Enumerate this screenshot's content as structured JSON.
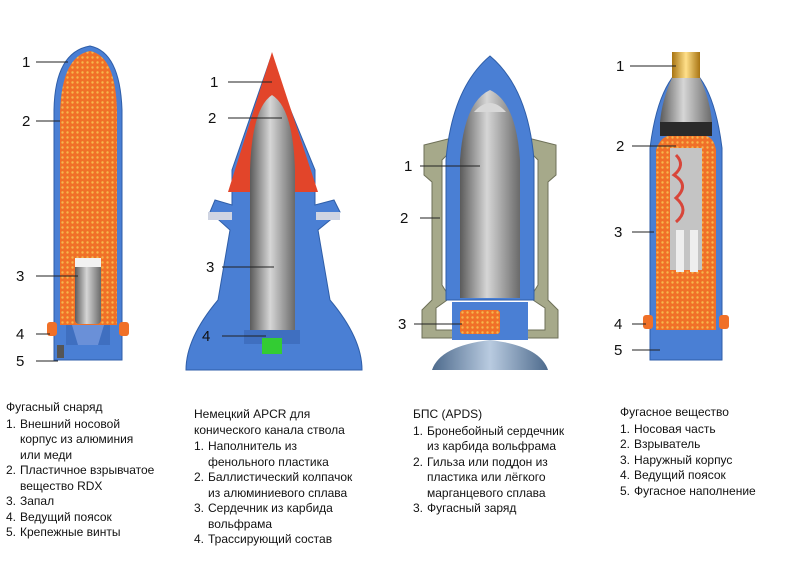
{
  "colors": {
    "casing_blue": "#4a7fd4",
    "explosive_orange": "#f07028",
    "explosive_dot": "#f4b244",
    "sabot_gray": "#a6a98a",
    "core_gray": "#a0a0a0",
    "ballistic_cap_red": "#e2452a",
    "tracer_green": "#33cc33",
    "fuze_gold": "#d6a128"
  },
  "diagrams": [
    {
      "callouts": [
        "1",
        "2",
        "3",
        "4",
        "5"
      ],
      "legend": {
        "title": "Фугасный снаряд",
        "items": [
          {
            "num": "1.",
            "text": "Внешний носовой\nкорпус из алюминия\nили меди"
          },
          {
            "num": "2.",
            "text": "Пластичное взрывчатое\nвещество RDX"
          },
          {
            "num": "3.",
            "text": "Запал"
          },
          {
            "num": "4.",
            "text": "Ведущий поясок"
          },
          {
            "num": "5.",
            "text": "Крепежные винты"
          }
        ]
      }
    },
    {
      "callouts": [
        "1",
        "2",
        "3",
        "4"
      ],
      "legend": {
        "title": "Немецкий APCR для\nконического  канала ствола",
        "items": [
          {
            "num": "1.",
            "text": "Наполнитель из\nфенольного пластика"
          },
          {
            "num": "2.",
            "text": "Баллистический колпачок\nиз алюминиевого сплава"
          },
          {
            "num": "3.",
            "text": "Сердечник из карбида\nвольфрама"
          },
          {
            "num": "4.",
            "text": "Трассирующий состав"
          }
        ]
      }
    },
    {
      "callouts": [
        "1",
        "2",
        "3"
      ],
      "legend": {
        "title": "БПС (APDS)",
        "items": [
          {
            "num": "1.",
            "text": "Бронебойный сердечник\nиз карбида вольфрама"
          },
          {
            "num": "2.",
            "text": "Гильза или поддон из\nпластика или лёгкого\nмарганцевого сплава"
          },
          {
            "num": "3.",
            "text": "Фугасный заряд"
          }
        ]
      }
    },
    {
      "callouts": [
        "1",
        "2",
        "3",
        "4",
        "5"
      ],
      "legend": {
        "title": "Фугасное вещество",
        "items": [
          {
            "num": "1.",
            "text": "Носовая часть"
          },
          {
            "num": "2.",
            "text": "Взрыватель"
          },
          {
            "num": "3.",
            "text": "Наружный корпус"
          },
          {
            "num": "4.",
            "text": "Ведущий поясок"
          },
          {
            "num": "5.",
            "text": "Фугасное наполнение"
          }
        ]
      }
    }
  ]
}
